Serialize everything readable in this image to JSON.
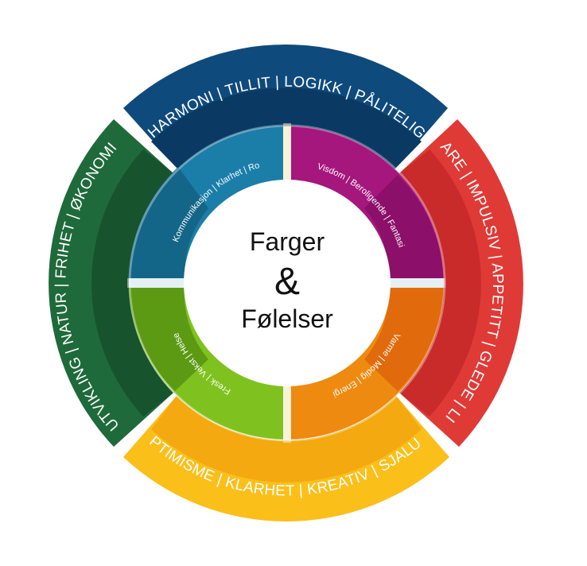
{
  "center": {
    "line1": "Farger",
    "line2": "&",
    "line3": "Følelser"
  },
  "outer_segments": [
    {
      "id": "blue",
      "text": "HARMONI | TILLIT | LOGIKK | PÅLITELIG",
      "color": "#0f4a7c",
      "shade": "#0a3a63"
    },
    {
      "id": "red",
      "text": "FARE | IMPULSIV | APPETITT | GLEDE | LIV",
      "color": "#e03a36",
      "shade": "#c92a2a"
    },
    {
      "id": "yellow",
      "text": "OPTIMISME | KLARHET | KREATIV | SJALUSI",
      "color": "#fbbf1a",
      "shade": "#f3a90f"
    },
    {
      "id": "green",
      "text": "UTVIKLING | NATUR | FRIHET | ØKONOMI",
      "color": "#1f6a3a",
      "shade": "#17532c"
    }
  ],
  "inner_segments": [
    {
      "id": "teal",
      "text": "Kommunikasjon | Klarhet | Ro",
      "color": "#1a7ea8",
      "shade": "#136687"
    },
    {
      "id": "purple",
      "text": "Visdom | Beroligende | Fantasi",
      "color": "#a5177d",
      "shade": "#8c0f69"
    },
    {
      "id": "orange",
      "text": "Varme | Modig | Energi",
      "color": "#ee8a10",
      "shade": "#e06a0c"
    },
    {
      "id": "lime",
      "text": "Fresk | Vekst | Helse",
      "color": "#7fc21f",
      "shade": "#5d9a14"
    }
  ]
}
